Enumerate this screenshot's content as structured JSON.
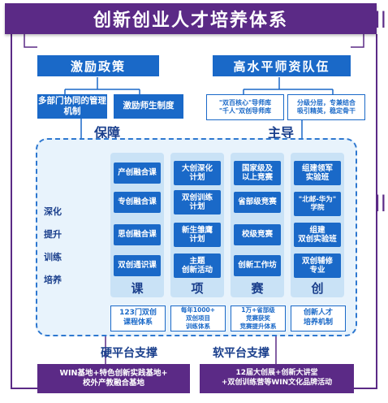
{
  "title": "创新创业人才培养体系",
  "side_marks": {
    "top": "||",
    "middle": "||"
  },
  "top_headers": {
    "left": "激励政策",
    "right": "高水平师资队伍"
  },
  "left_boxes": [
    "多部门协同的管理机制",
    "激励师生制度"
  ],
  "right_boxes": [
    "\"双百核心\"导师库\n\"千人\"双创导师库",
    "分级分层，专兼结合\n吸引精英，稳定骨干"
  ],
  "pillars": {
    "left": "保障",
    "right": "主导"
  },
  "left_side_text": [
    "深化",
    "提升",
    "训练",
    "培养"
  ],
  "columns": [
    {
      "label": "课",
      "items": [
        "产创融合课",
        "专创融合课",
        "思创融合课",
        "双创通识课"
      ],
      "foot": "123门双创\n课程体系"
    },
    {
      "label": "项",
      "items": [
        "大创深化\n计划",
        "双创训练\n计划",
        "新生雏鹰\n计划",
        "主题\n创新活动"
      ],
      "foot": "每年1000+\n双创项目\n训练体系"
    },
    {
      "label": "赛",
      "items": [
        "国家级及\n以上竞赛",
        "省部级竞赛",
        "校级竞赛",
        "创新工作坊"
      ],
      "foot": "1万+省部级\n竞赛获奖\n竞赛提升体系"
    },
    {
      "label": "创",
      "items": [
        "组建领军\n实验班",
        "\"北邮-华为\"\n学院",
        "组建\n双创实验班",
        "双创辅修\n专业"
      ],
      "foot": "创新人才\n培养机制"
    }
  ],
  "platforms": {
    "hard": "硬平台支撑",
    "soft": "软平台支撑"
  },
  "bottom_boxes": {
    "left": "WIN基地+特色创新实践基地+\n校外产教融合基地",
    "right": "12届大创展+创新大讲堂\n+双创训练营等WIN文化品牌活动"
  },
  "colors": {
    "purple": "#5b2a86",
    "blue": "#1a69c8",
    "dark_blue": "#1a3f8c",
    "light_bg": "#e8f3fc"
  }
}
